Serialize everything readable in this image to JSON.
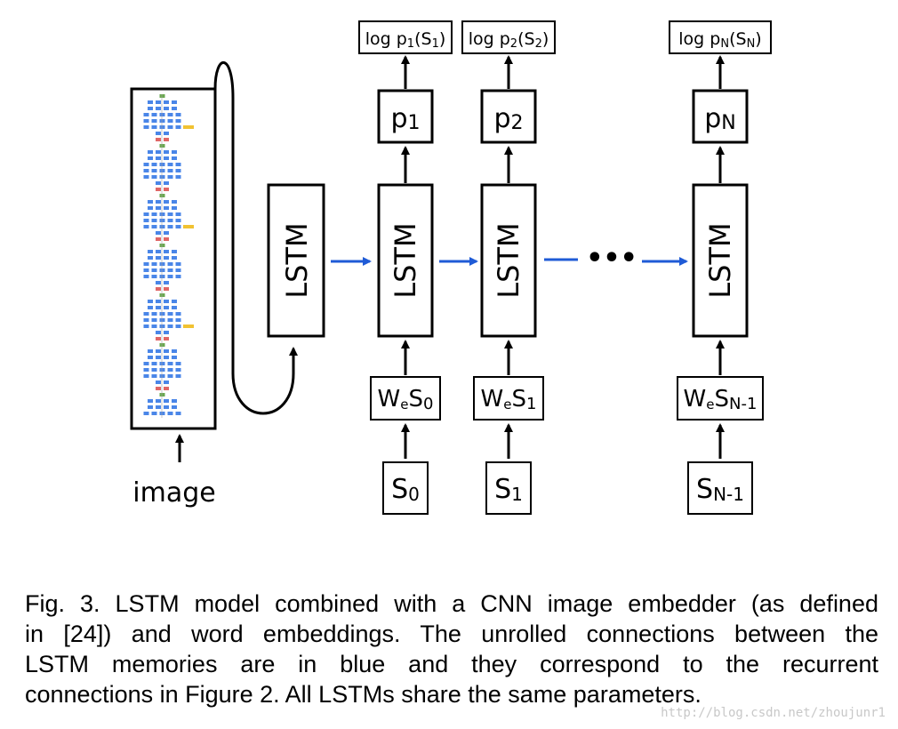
{
  "diagram": {
    "image_label": "image",
    "cnn_lstm_label": "LSTM",
    "steps": [
      {
        "output": {
          "pre": "log p",
          "sub1": "1",
          "mid": "(S",
          "sub2": "1",
          "post": ")"
        },
        "prob": {
          "base": "p",
          "sub": "1"
        },
        "lstm": "LSTM",
        "embed": {
          "w": "W",
          "e": "e",
          "s": "S",
          "sub": "0"
        },
        "input": {
          "s": "S",
          "sub": "0"
        }
      },
      {
        "output": {
          "pre": "log p",
          "sub1": "2",
          "mid": "(S",
          "sub2": "2",
          "post": ")"
        },
        "prob": {
          "base": "p",
          "sub": "2"
        },
        "lstm": "LSTM",
        "embed": {
          "w": "W",
          "e": "e",
          "s": "S",
          "sub": "1"
        },
        "input": {
          "s": "S",
          "sub": "1"
        }
      },
      {
        "output": {
          "pre": "log p",
          "sub1": "N",
          "mid": "(S",
          "sub2": "N",
          "post": ")"
        },
        "prob": {
          "base": "p",
          "sub": "N"
        },
        "lstm": "LSTM",
        "embed": {
          "w": "W",
          "e": "e",
          "s": "S",
          "sub": "N-1"
        },
        "input": {
          "s": "S",
          "sub": "N-1"
        }
      }
    ],
    "ellipsis": "•••",
    "colors": {
      "recurrent_arrow": "#1f5bd6",
      "stroke": "#000000"
    }
  },
  "caption": {
    "lines": [
      "Fig. 3. LSTM model combined with a CNN image embedder (as defined",
      "in [24]) and word embeddings. The unrolled connections between the",
      "LSTM memories are in blue and they correspond to the recurrent",
      "connections in Figure 2. All LSTMs share the same parameters."
    ]
  },
  "watermark": "http://blog.csdn.net/zhoujunr1"
}
